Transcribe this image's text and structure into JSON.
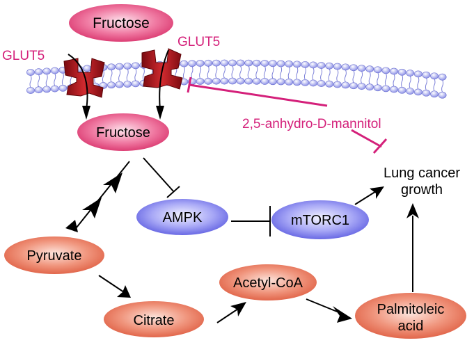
{
  "membrane": {
    "transporter_labels": [
      "GLUT5",
      "GLUT5"
    ]
  },
  "nodes": {
    "fructose_outside": "Fructose",
    "fructose_inside": "Fructose",
    "ampk": "AMPK",
    "mtorc1": "mTORC1",
    "pyruvate": "Pyruvate",
    "citrate": "Citrate",
    "acetyl_coa": "Acetyl-CoA",
    "palmitoleic_acid": [
      "Palmitoleic",
      "acid"
    ],
    "lung_cancer_growth": [
      "Lung cancer",
      "growth"
    ]
  },
  "inhibitor": {
    "label": "2,5-anhydro-D-mannitol"
  },
  "colors": {
    "pink_node": "#e0447a",
    "blue_node": "#6e6ee6",
    "salmon_node": "#e5735a",
    "transporter": "#b3151e",
    "membrane_bead": "#a9acef",
    "inhibitor": "#d4207a",
    "text": "#000000"
  }
}
